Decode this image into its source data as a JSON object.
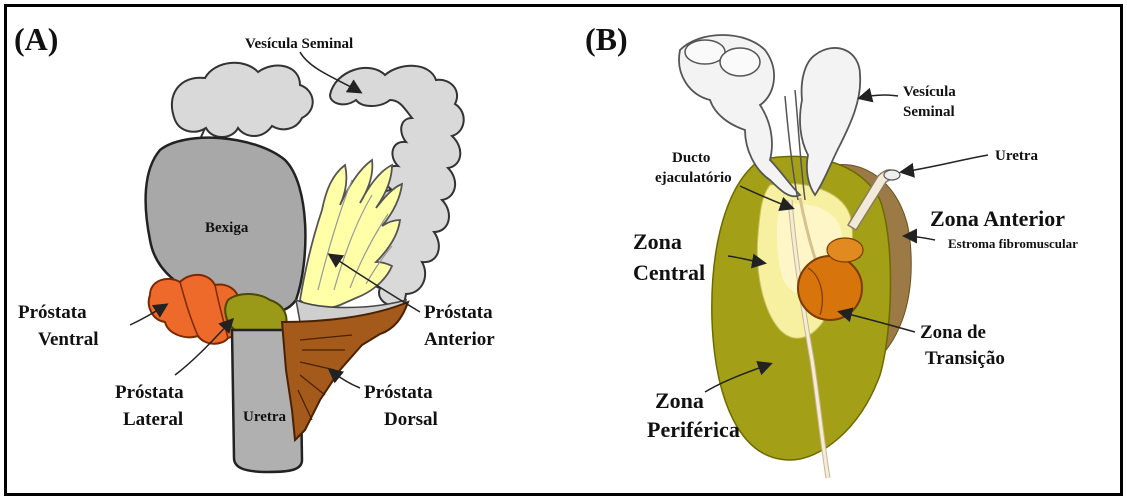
{
  "panel_a": {
    "tag": "(A)",
    "labels": {
      "seminal_vesicle": "Vesícula Seminal",
      "bladder": "Bexiga",
      "urethra": "Uretra",
      "ventral_1": "Próstata",
      "ventral_2": "Ventral",
      "lateral_1": "Próstata",
      "lateral_2": "Lateral",
      "anterior_1": "Próstata",
      "anterior_2": "Anterior",
      "dorsal_1": "Próstata",
      "dorsal_2": "Dorsal"
    }
  },
  "panel_b": {
    "tag": "(B)",
    "labels": {
      "seminal_1": "Vesícula",
      "seminal_2": "Seminal",
      "urethra": "Uretra",
      "duct_1": "Ducto",
      "duct_2": "ejaculatório",
      "anterior": "Zona Anterior",
      "stroma": "Estroma fibromuscular",
      "central_1": "Zona",
      "central_2": "Central",
      "transition_1": "Zona de",
      "transition_2": "Transição",
      "peripheral_1": "Zona",
      "peripheral_2": "Periférica"
    }
  }
}
